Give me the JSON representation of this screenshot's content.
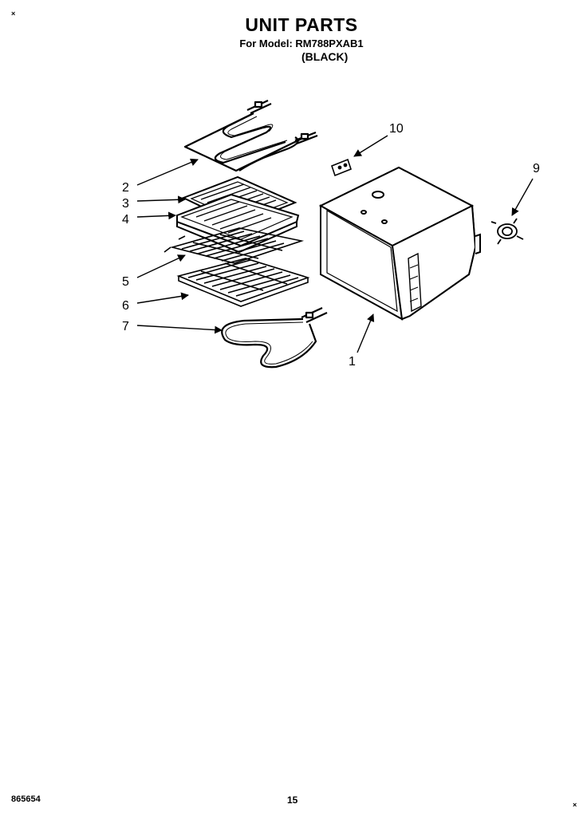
{
  "header": {
    "title": "UNIT PARTS",
    "model_line": "For Model: RM788PXAB1",
    "color": "(BLACK)"
  },
  "corner_marks": {
    "top_left": "×",
    "bottom_right": "×"
  },
  "footer": {
    "doc_number": "865654",
    "page_number": "15"
  },
  "callouts": [
    {
      "id": "1",
      "label": "1"
    },
    {
      "id": "2",
      "label": "2"
    },
    {
      "id": "3",
      "label": "3"
    },
    {
      "id": "4",
      "label": "4"
    },
    {
      "id": "5",
      "label": "5"
    },
    {
      "id": "6",
      "label": "6"
    },
    {
      "id": "7",
      "label": "7"
    },
    {
      "id": "9",
      "label": "9"
    },
    {
      "id": "10",
      "label": "10"
    }
  ]
}
